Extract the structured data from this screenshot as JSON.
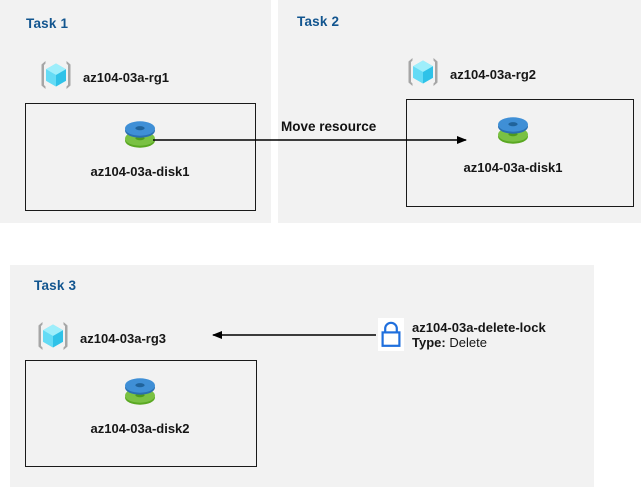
{
  "colors": {
    "panel_bg": "#f2f2f2",
    "page_bg": "#ffffff",
    "title_blue": "#12558f",
    "box_border": "#1a1a1a",
    "arrow": "#000000",
    "lock_blue": "#1f6fdd",
    "disk_blue": "#3a8fd8",
    "disk_green": "#6fb52b",
    "rg_cube_cyan": "#55d6f5",
    "rg_bracket_gray": "#a6a6a6"
  },
  "tasks": [
    {
      "title": "Task 1",
      "resource_group": {
        "label": "az104-03a-rg1",
        "icon": "resource-group-icon"
      },
      "resource": {
        "label": "az104-03a-disk1",
        "icon": "managed-disk-icon"
      }
    },
    {
      "title": "Task 2",
      "resource_group": {
        "label": "az104-03a-rg2",
        "icon": "resource-group-icon"
      },
      "resource": {
        "label": "az104-03a-disk1",
        "icon": "managed-disk-icon"
      }
    },
    {
      "title": "Task 3",
      "resource_group": {
        "label": "az104-03a-rg3",
        "icon": "resource-group-icon"
      },
      "resource": {
        "label": "az104-03a-disk2",
        "icon": "managed-disk-icon"
      }
    }
  ],
  "edges": {
    "move_resource_label": "Move resource"
  },
  "lock": {
    "icon": "lock-icon",
    "name": "az104-03a-delete-lock",
    "type_label": "Type:",
    "type_value": "Delete"
  }
}
